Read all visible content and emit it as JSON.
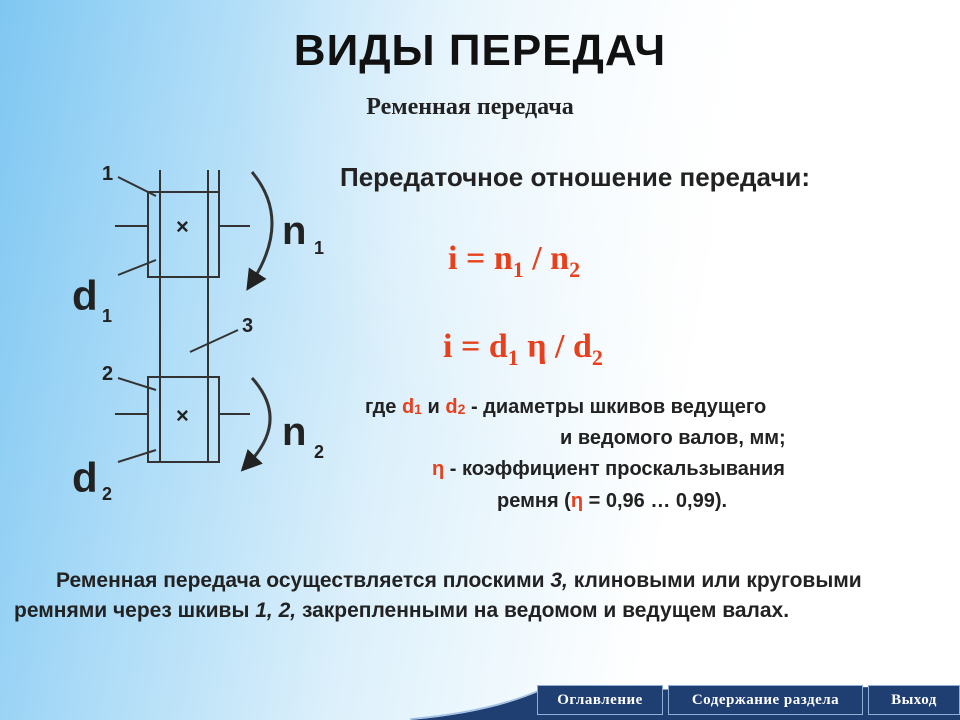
{
  "slide": {
    "title": "ВИДЫ ПЕРЕДАЧ",
    "subtitle": "Ременная передача",
    "heading": "Передаточное отношение передачи:",
    "formula1": {
      "lhs": "i = n",
      "sub1": "1",
      "mid": " / n",
      "sub2": "2"
    },
    "formula2": {
      "lhs": "i = d",
      "sub1": "1",
      "mid": " η / d",
      "sub2": "2"
    },
    "description": {
      "line1_pre": "где ",
      "d1": "d",
      "d1_sub": "1",
      "and": " и ",
      "d2": "d",
      "d2_sub": "2",
      "line1_post": " - диаметры шкивов ведущего",
      "line2": "и ведомого валов, мм;",
      "eta_symbol": "η",
      "line3_post": " - коэффициент проскальзывания",
      "line4_pre": "ремня (",
      "line4_eta": "η",
      "line4_post": " = 0,96 … 0,99)."
    },
    "paragraph": {
      "p1": "Ременная передача осуществляется плоскими ",
      "i1": "3,",
      "p2": " клиновыми или круговыми ремнями через шкивы ",
      "i2": "1, 2,",
      "p3": " закрепленными на ведомом и ведущем валах."
    }
  },
  "diagram": {
    "labels": {
      "part1": "1",
      "part2": "2",
      "part3": "3",
      "d1": "d",
      "d1_sub": "1",
      "d2": "d",
      "d2_sub": "2",
      "n1": "n",
      "n1_sub": "1",
      "n2": "n",
      "n2_sub": "2",
      "cross1": "×",
      "cross2": "×"
    }
  },
  "nav": {
    "contents": "Оглавление",
    "section_contents": "Содержание раздела",
    "exit": "Выход"
  },
  "colors": {
    "accent_red": "#e8401c",
    "nav_bg": "#1f3f73",
    "background_blue": "#7fc7f2"
  }
}
